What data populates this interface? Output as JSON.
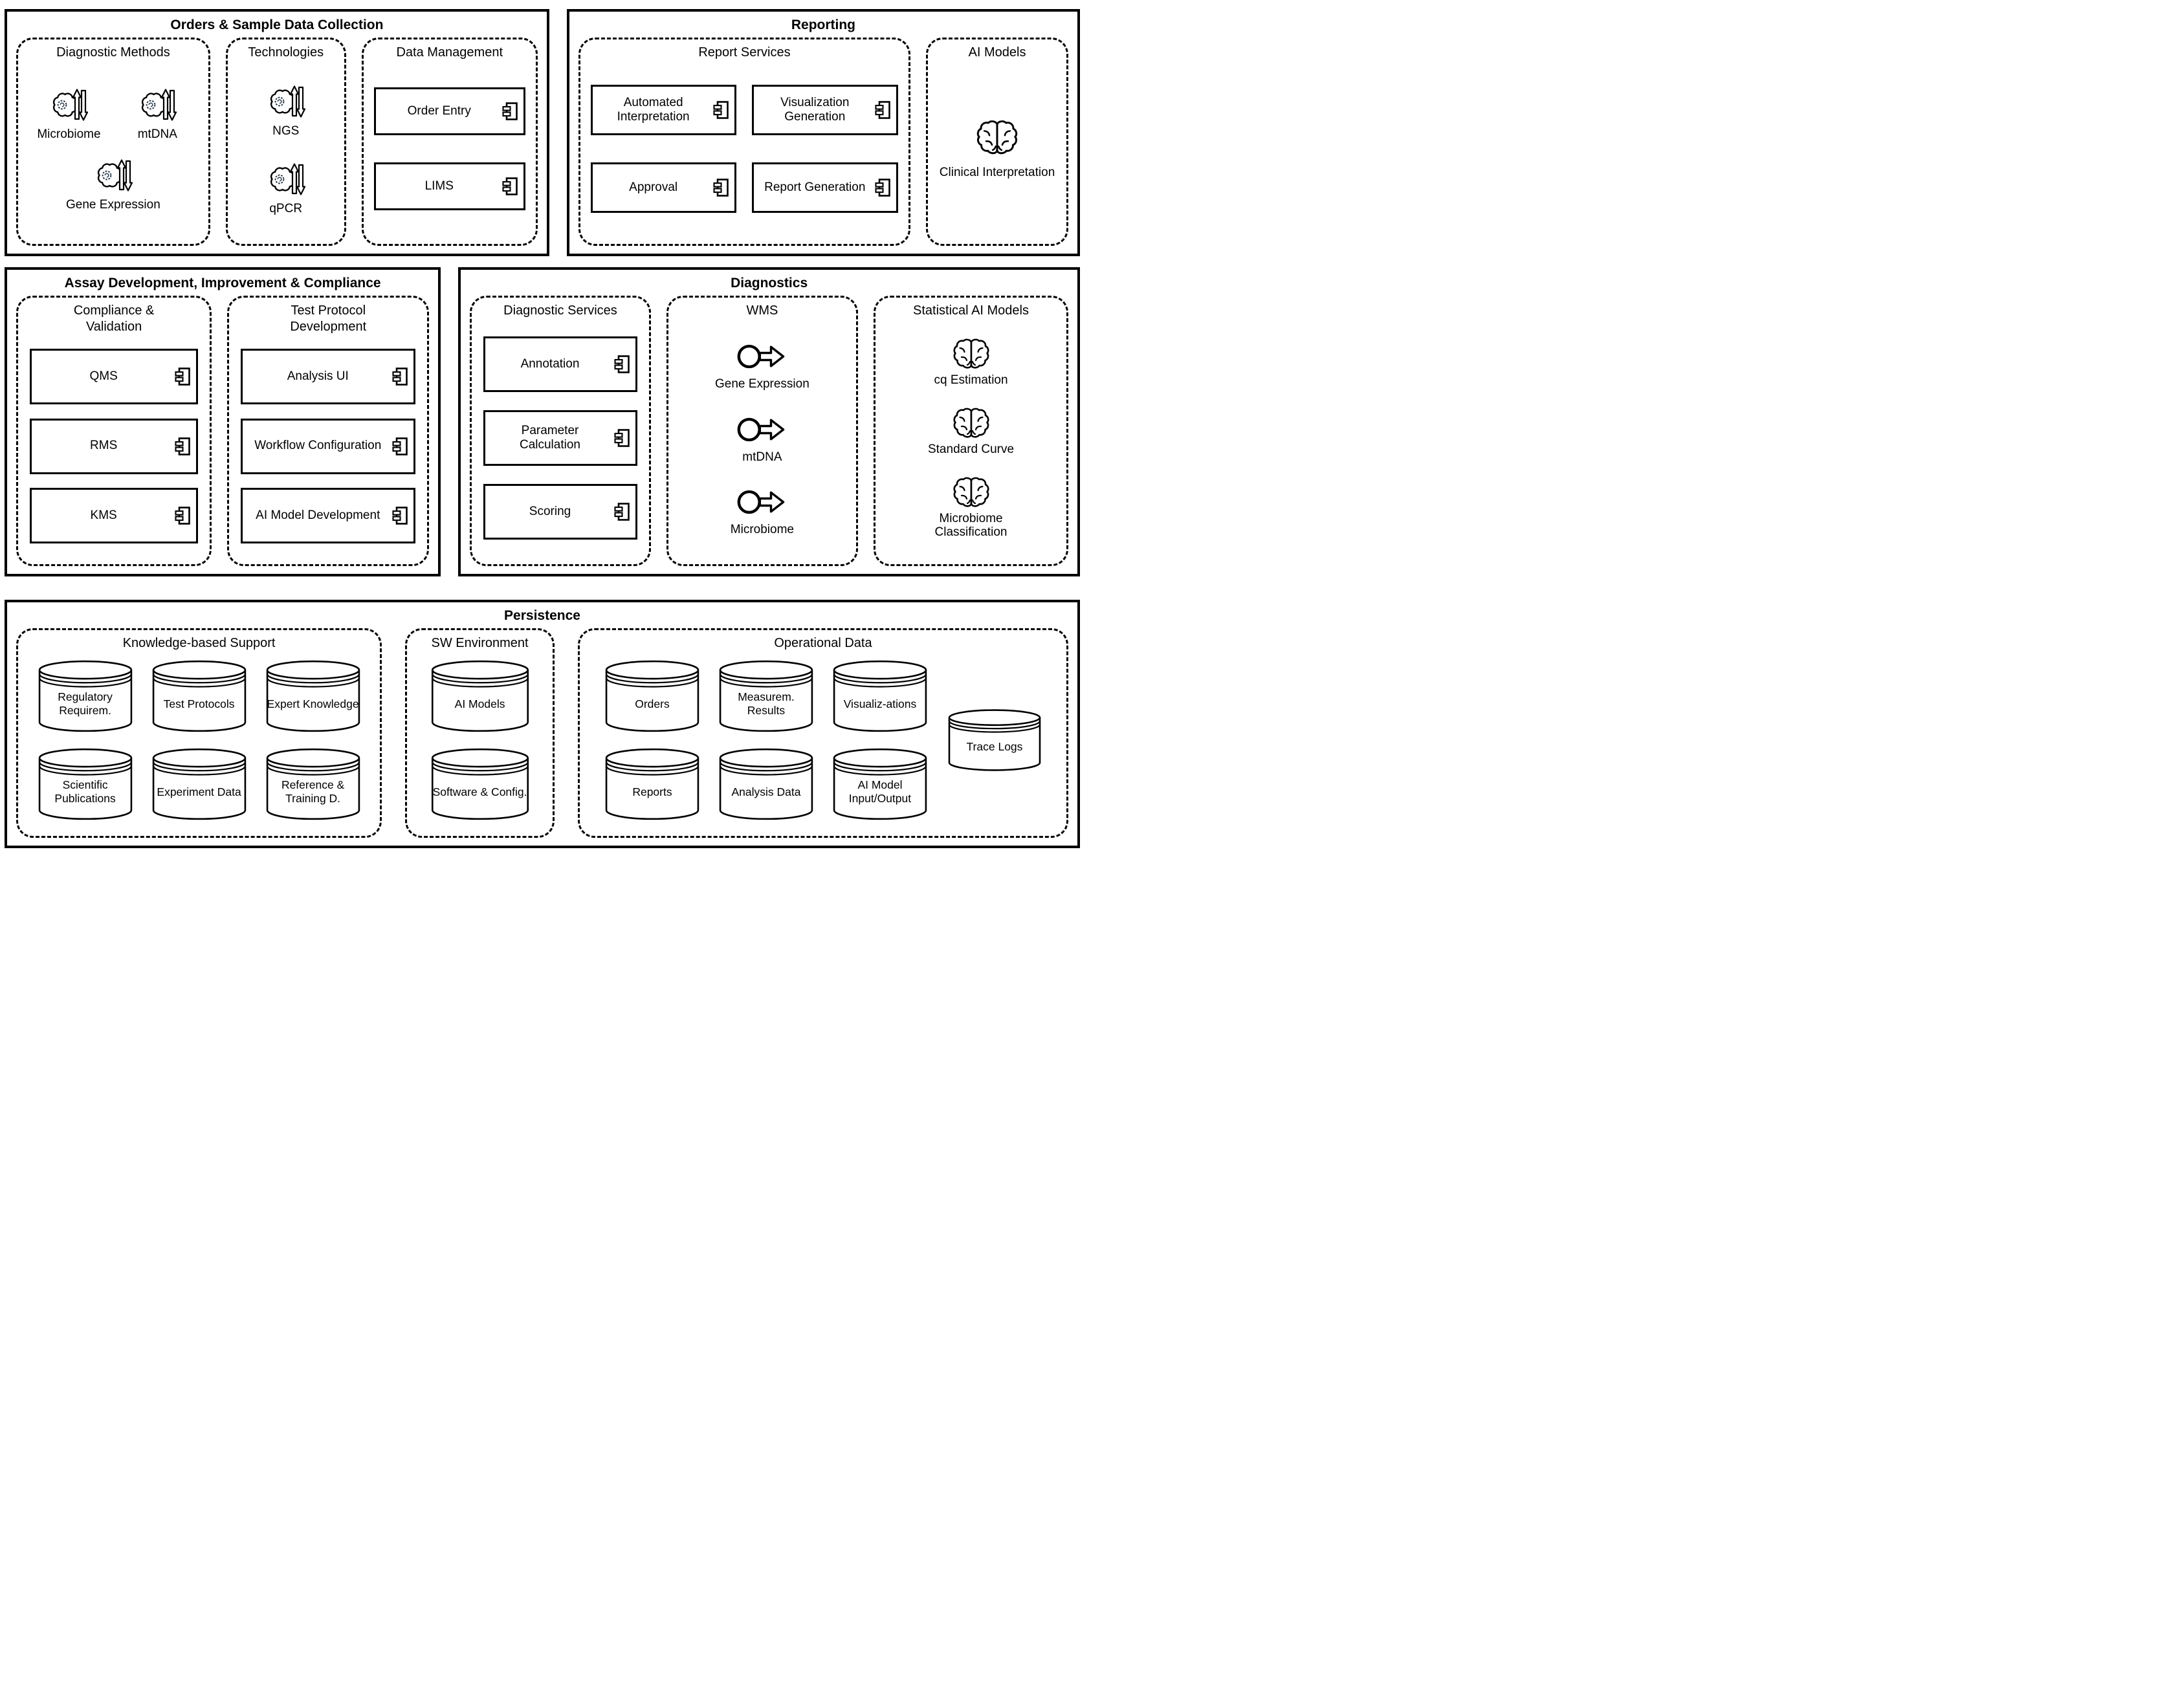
{
  "orders": {
    "title": "Orders & Sample Data Collection",
    "diagnostic_methods": {
      "title": "Diagnostic Methods",
      "items": [
        "Microbiome",
        "mtDNA",
        "Gene Expression"
      ]
    },
    "technologies": {
      "title": "Technologies",
      "items": [
        "NGS",
        "qPCR"
      ]
    },
    "data_management": {
      "title": "Data Management",
      "components": [
        "Order Entry",
        "LIMS"
      ]
    }
  },
  "reporting": {
    "title": "Reporting",
    "report_services": {
      "title": "Report Services",
      "components": [
        "Automated Interpretation",
        "Visualization Generation",
        "Approval",
        "Report Generation"
      ]
    },
    "ai_models": {
      "title": "AI Models",
      "caption": "Clinical Interpretation"
    }
  },
  "assay": {
    "title": "Assay Development, Improvement & Compliance",
    "compliance_validation": {
      "title": "Compliance & Validation",
      "components": [
        "QMS",
        "RMS",
        "KMS"
      ]
    },
    "test_protocol_development": {
      "title": "Test Protocol Development",
      "components": [
        "Analysis UI",
        "Workflow Configuration",
        "AI Model Development"
      ]
    }
  },
  "diagnostics": {
    "title": "Diagnostics",
    "diagnostic_services": {
      "title": "Diagnostic Services",
      "components": [
        "Annotation",
        "Parameter Calculation",
        "Scoring"
      ]
    },
    "wms": {
      "title": "WMS",
      "items": [
        "Gene Expression",
        "mtDNA",
        "Microbiome"
      ]
    },
    "statistical_ai_models": {
      "title": "Statistical AI Models",
      "items": [
        "cq Estimation",
        "Standard Curve",
        "Microbiome Classification"
      ]
    }
  },
  "persistence": {
    "title": "Persistence",
    "knowledge_based_support": {
      "title": "Knowledge-based Support",
      "stores": [
        "Regulatory Requirem.",
        "Test Protocols",
        "Expert Knowledge",
        "Scientific Publications",
        "Experiment Data",
        "Reference & Training D."
      ]
    },
    "sw_environment": {
      "title": "SW Environment",
      "stores": [
        "AI Models",
        "Software & Config."
      ]
    },
    "operational_data": {
      "title": "Operational Data",
      "stores": [
        "Orders",
        "Measurem. Results",
        "Visualiz-ations",
        "Reports",
        "Analysis Data",
        "AI Model Input/Output"
      ],
      "side_store": "Trace Logs"
    }
  },
  "icons": {
    "method": "cloud-gear-sync-icon",
    "component": "uml-component-icon",
    "brain": "ai-brain-icon",
    "run": "process-run-icon",
    "cylinder": "database-cylinder-icon"
  },
  "colors": {
    "line": "#000000",
    "background": "#ffffff",
    "gear": "#2b3a4a"
  }
}
